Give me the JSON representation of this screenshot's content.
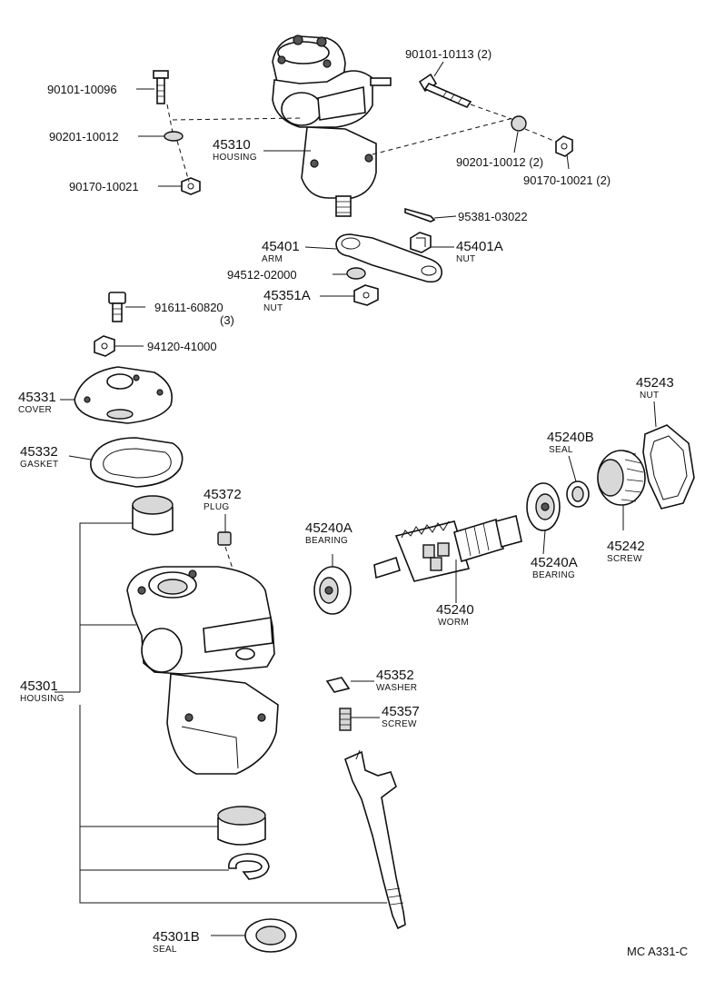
{
  "diagram": {
    "reference_code": "MC A331-C",
    "parts": [
      {
        "key": "p90101_10096",
        "number": "90101-10096",
        "name": ""
      },
      {
        "key": "p90201_10012_l",
        "number": "90201-10012",
        "name": ""
      },
      {
        "key": "p90170_10021_l",
        "number": "90170-10021",
        "name": ""
      },
      {
        "key": "p90101_10113",
        "number": "90101-10113 (2)",
        "name": ""
      },
      {
        "key": "p90201_10012_r",
        "number": "90201-10012 (2)",
        "name": ""
      },
      {
        "key": "p90170_10021_r",
        "number": "90170-10021 (2)",
        "name": ""
      },
      {
        "key": "p45310",
        "number": "45310",
        "name": "HOUSING"
      },
      {
        "key": "p95381",
        "number": "95381-03022",
        "name": ""
      },
      {
        "key": "p45401",
        "number": "45401",
        "name": "ARM"
      },
      {
        "key": "p45401A",
        "number": "45401A",
        "name": "NUT"
      },
      {
        "key": "p94512",
        "number": "94512-02000",
        "name": ""
      },
      {
        "key": "p45351A",
        "number": "45351A",
        "name": "NUT"
      },
      {
        "key": "p91611",
        "number": "91611-60820",
        "qty": "(3)",
        "name": ""
      },
      {
        "key": "p94120",
        "number": "94120-41000",
        "name": ""
      },
      {
        "key": "p45331",
        "number": "45331",
        "name": "COVER"
      },
      {
        "key": "p45332",
        "number": "45332",
        "name": "GASKET"
      },
      {
        "key": "p45372",
        "number": "45372",
        "name": "PLUG"
      },
      {
        "key": "p45240A_l",
        "number": "45240A",
        "name": "BEARING"
      },
      {
        "key": "p45240",
        "number": "45240",
        "name": "WORM"
      },
      {
        "key": "p45240A_r",
        "number": "45240A",
        "name": "BEARING"
      },
      {
        "key": "p45240B",
        "number": "45240B",
        "name": "SEAL"
      },
      {
        "key": "p45242",
        "number": "45242",
        "name": "SCREW"
      },
      {
        "key": "p45243",
        "number": "45243",
        "name": "NUT"
      },
      {
        "key": "p45301",
        "number": "45301",
        "name": "HOUSING"
      },
      {
        "key": "p45352",
        "number": "45352",
        "name": "WASHER"
      },
      {
        "key": "p45357",
        "number": "45357",
        "name": "SCREW"
      },
      {
        "key": "p45301B",
        "number": "45301B",
        "name": "SEAL"
      }
    ]
  }
}
